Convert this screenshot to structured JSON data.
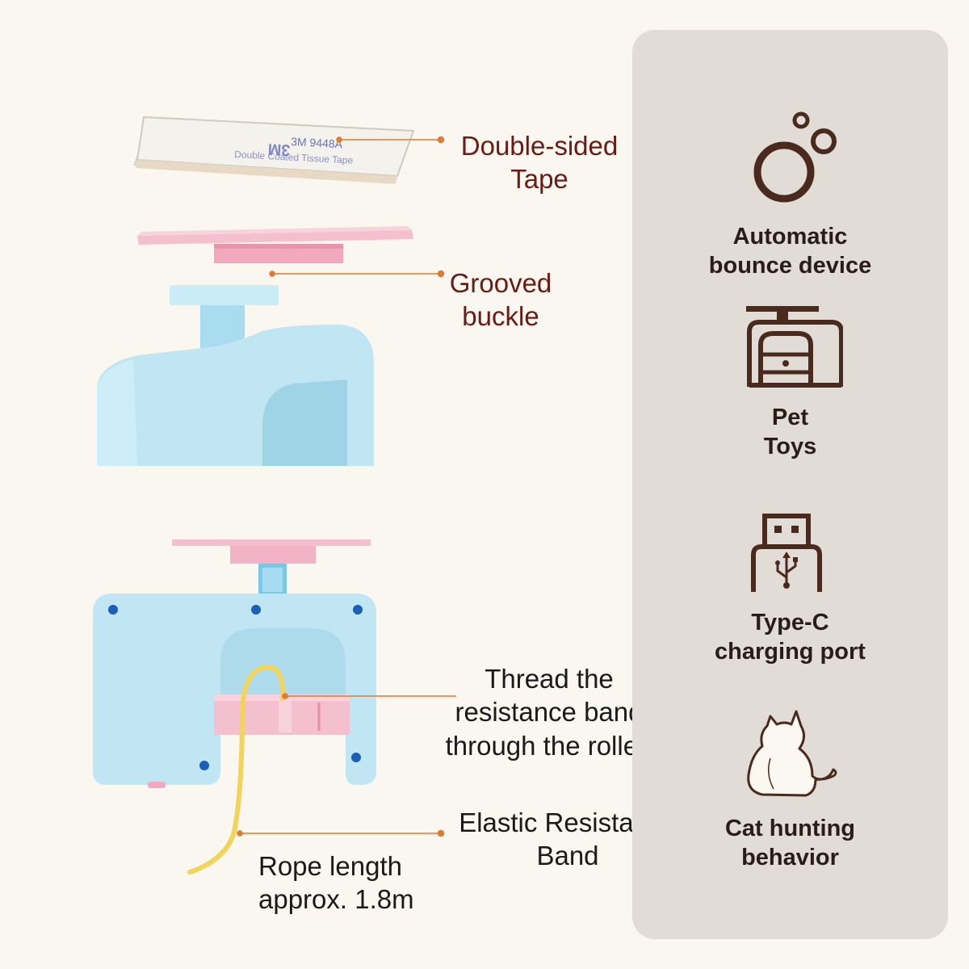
{
  "callouts": {
    "tape": [
      "Double-sided",
      "Tape"
    ],
    "buckle": [
      "Grooved",
      "buckle"
    ],
    "thread": [
      "Thread the",
      "resistance band",
      "through the roller."
    ],
    "elastic": [
      "Elastic Resistance",
      "Band"
    ],
    "rope": [
      "Rope length",
      "approx. 1.8m"
    ]
  },
  "tape_print": "3M 9448A",
  "features": [
    {
      "icon": "bubbles-icon",
      "lines": [
        "Automatic",
        "bounce device"
      ]
    },
    {
      "icon": "desk-icon",
      "lines": [
        "Pet",
        "Toys"
      ]
    },
    {
      "icon": "usb-port-icon",
      "lines": [
        "Type-C",
        "charging port"
      ]
    },
    {
      "icon": "cat-silhouette-icon",
      "lines": [
        "Cat hunting",
        "behavior"
      ]
    }
  ],
  "colors": {
    "background": "#faf6f0",
    "panel": "#e1dcd6",
    "icon_brown": "#4a2a1c",
    "callout_red": "#6b1a14",
    "leader_orange": "#e07a2e",
    "device_blue": "#bfe6f2",
    "buckle_pink": "#f4bfcf",
    "rope_yellow": "#f3d45a"
  }
}
